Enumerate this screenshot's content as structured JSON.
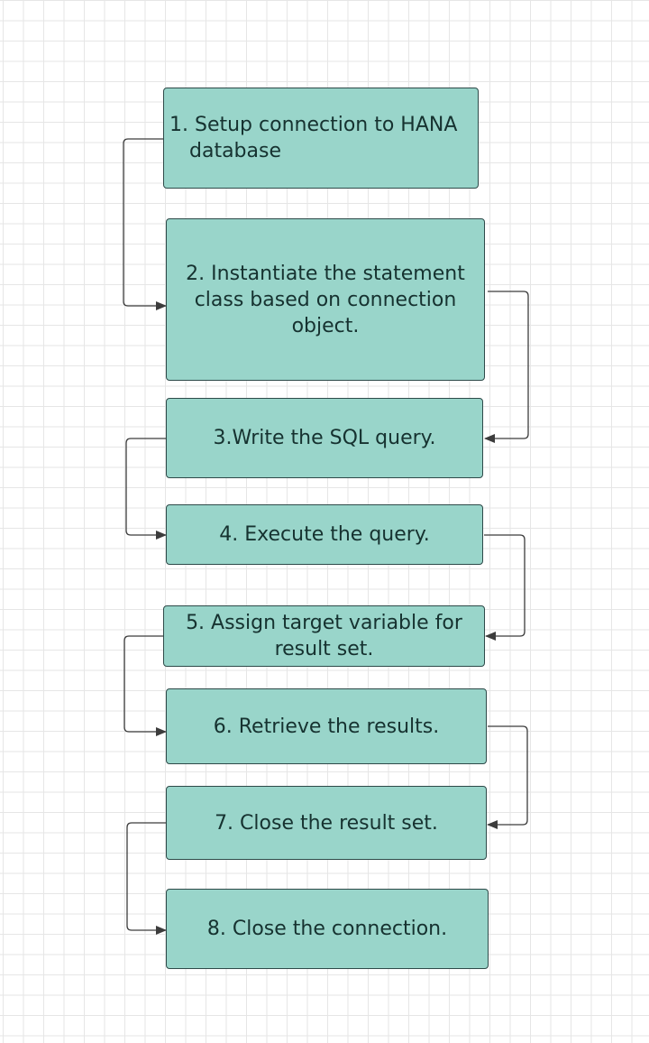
{
  "steps": [
    {
      "label": "1. Setup connection to HANA database"
    },
    {
      "label": "2. Instantiate the statement class based on connection object."
    },
    {
      "label": "3.Write the SQL query."
    },
    {
      "label": "4. Execute the query."
    },
    {
      "label": "5. Assign target variable for result set."
    },
    {
      "label": "6. Retrieve the results."
    },
    {
      "label": "7. Close the result set."
    },
    {
      "label": "8. Close the connection."
    }
  ],
  "colors": {
    "box_fill": "#99d5ca",
    "box_border": "#2e4a49",
    "text": "#163230",
    "connector": "#3c3c3c",
    "grid": "#e6e6e6"
  }
}
